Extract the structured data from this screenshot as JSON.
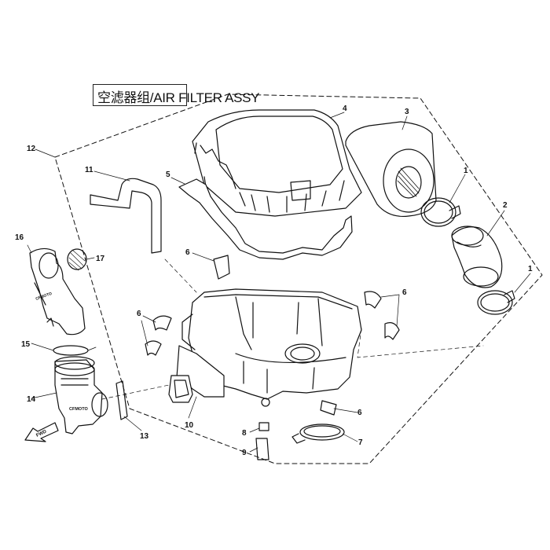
{
  "diagram": {
    "title": "空滤器组/AIR FILTER ASSY",
    "part_labels": [
      {
        "id": "p1a",
        "text": "1"
      },
      {
        "id": "p1b",
        "text": "1"
      },
      {
        "id": "p2",
        "text": "2"
      },
      {
        "id": "p3",
        "text": "3"
      },
      {
        "id": "p4",
        "text": "4"
      },
      {
        "id": "p5",
        "text": "5"
      },
      {
        "id": "p6a",
        "text": "6"
      },
      {
        "id": "p6b",
        "text": "6"
      },
      {
        "id": "p6c",
        "text": "6"
      },
      {
        "id": "p6d",
        "text": "6"
      },
      {
        "id": "p7",
        "text": "7"
      },
      {
        "id": "p8",
        "text": "8"
      },
      {
        "id": "p9",
        "text": "9"
      },
      {
        "id": "p10",
        "text": "10"
      },
      {
        "id": "p11",
        "text": "11"
      },
      {
        "id": "p12",
        "text": "12"
      },
      {
        "id": "p13",
        "text": "13"
      },
      {
        "id": "p14",
        "text": "14"
      },
      {
        "id": "p15",
        "text": "15"
      },
      {
        "id": "p16",
        "text": "16"
      },
      {
        "id": "p17",
        "text": "17"
      }
    ],
    "markings": {
      "brand": "CFMOTO",
      "arrow": "FWD"
    },
    "colors": {
      "line": "#111111",
      "background": "#ffffff"
    }
  }
}
